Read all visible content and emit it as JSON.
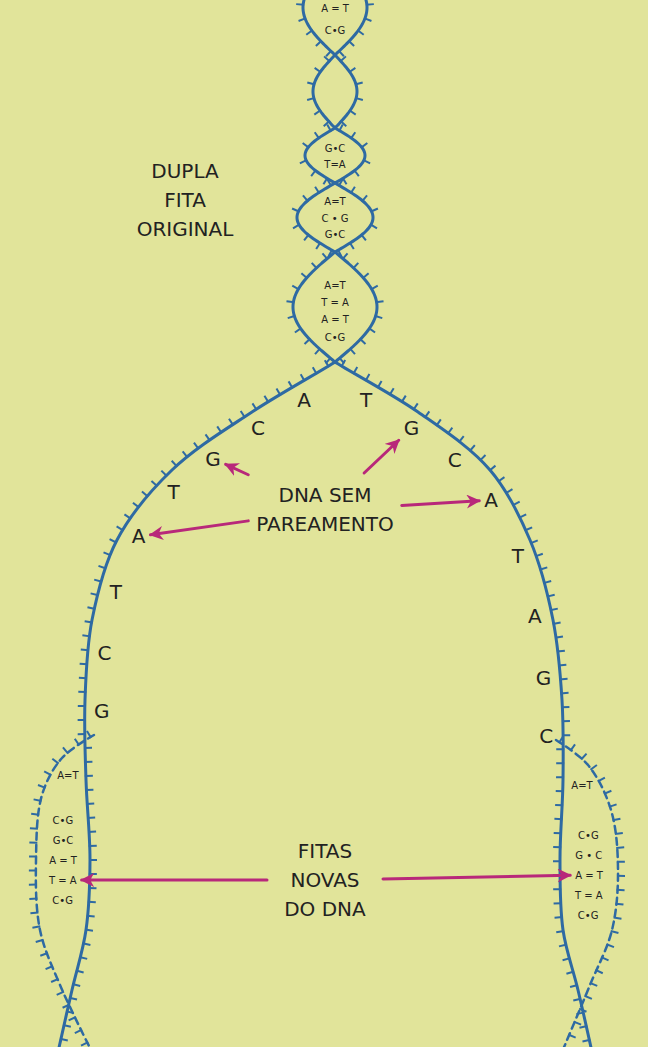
{
  "diagram": {
    "labels": [
      "A = T",
      "C•G",
      "G•C",
      "T=A",
      "A=T",
      "C • G",
      "G•C",
      "A=T",
      "T = A",
      "A = T",
      "C•G",
      "DUPLA FITA ORIGINAL",
      "A",
      "C",
      "G",
      "T",
      "A",
      "T",
      "C",
      "G",
      "T",
      "G",
      "C",
      "A",
      "T",
      "A",
      "G",
      "C",
      "DNA SEM PAREAMENTO",
      "A=T",
      "C•G",
      "G•C",
      "A = T",
      "T = A",
      "C•G",
      "A=T",
      "C•G",
      "G • C",
      "A = T",
      "T = A",
      "C•G",
      "FITAS NOVAS DO DNA"
    ]
  }
}
